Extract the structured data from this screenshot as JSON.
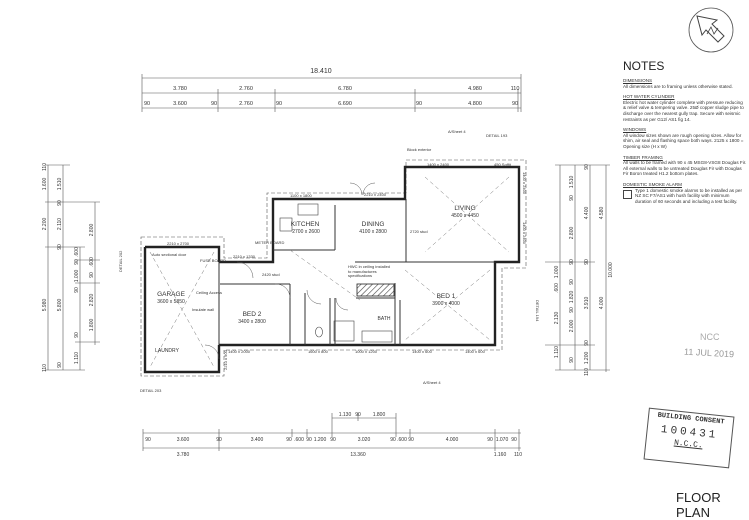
{
  "title": "FLOOR PLAN",
  "notes": {
    "heading": "NOTES",
    "sections": [
      {
        "title": "DIMENSIONS",
        "text": "All dimensions are to framing unless otherwise stated."
      },
      {
        "title": "HOT WATER CYLINDER",
        "text": "Electric hot water cylinder complete with pressure reducing & relief valve & tempering valve. 25Ø copper sludge pipe to discharge over the nearest gully trap. Secure with seismic restraints as per G12/ AS1 fig 14."
      },
      {
        "title": "WINDOWS",
        "text": "All window sizes shown are rough opening sizes. Allow for shim, air seal and flashing space both ways. 2125 x 1800 = Opening size (H x W)"
      },
      {
        "title": "TIMBER FRAMING",
        "text": "All walls to be framed with 90 x 45 MSG8-VSG8 Douglas Fir. All external walls to be untreated Douglas Fir with Douglas Fir Boron treated H1.2 bottom plates."
      },
      {
        "title": "DOMESTIC SMOKE ALARM",
        "text": "Type 1 domestic smoke alarms to be installed as per NZ SC F7/AS1 with hush facility with minimum duration of 60 seconds and including a test facility."
      }
    ]
  },
  "stamps": {
    "ncc": "NCC",
    "date": "11 JUL 2019",
    "consent_title": "BUILDING CONSENT",
    "consent_number": "100431",
    "consent_org": "N.C.C."
  },
  "rooms": [
    {
      "name": "KITCHEN",
      "size": "2700 x 2600"
    },
    {
      "name": "DINING",
      "size": "4100 x 2800"
    },
    {
      "name": "LIVING",
      "size": "4500 x 4450"
    },
    {
      "name": "GARAGE",
      "size": "3600 x 5850"
    },
    {
      "name": "BED 2",
      "size": "3400 x 2800"
    },
    {
      "name": "BED 1",
      "size": "3900 x 4000"
    },
    {
      "name": "BATH",
      "size": ""
    },
    {
      "name": "LAUNDRY",
      "size": ""
    }
  ],
  "annotations": {
    "windows_top": [
      "1100 x 1800",
      "2210 x 2400",
      "1400 x 2400",
      "450 Soffit"
    ],
    "block_exterior": "Block exterior",
    "areasheet_top": "A/Sheet 4",
    "detail_top": "DETAIL 193",
    "garage_door": "2210 x 2700",
    "auto_door": "Auto sectional door",
    "fuse_board": "FUSE BOARD",
    "meter_board": "METER BOARD",
    "hall_window": "2210 x 1330",
    "stud_2420": "2420 stud",
    "stud_2720": "2720 stud",
    "ceiling_access": "Ceiling Access",
    "insulate_wall": "Insulate wall",
    "hwc_note": "HWC in ceiling installed to manufactures specifications",
    "windows_bottom": [
      "1400 x 2000",
      "1600 x 800",
      "1000 x 1200",
      "1400 x 600",
      "1400 x 600"
    ],
    "areasheet_bottom": "A/Sheet 4",
    "detail_bottom": "DETAIL 203",
    "detail_left": "DETAIL 202",
    "detail_right": "DETAIL 194",
    "laundry_window": "2210 x 900",
    "living_windows": [
      "1400 x 2400",
      "1400 x 2400"
    ]
  },
  "dimensions": {
    "top_overall": "18.410",
    "top_row1": [
      "3.780",
      "2.760",
      "6.780",
      "4.980",
      "110"
    ],
    "top_row2": [
      "90",
      "3.600",
      "90",
      "2.760",
      "90",
      "6.690",
      "90",
      "4.800",
      "90"
    ],
    "bottom_upper": [
      "1.130",
      "90",
      "1.800"
    ],
    "bottom_row": [
      "90",
      "3.600",
      "90",
      "3.400",
      "90",
      ".600",
      "90",
      "1.200",
      "90",
      "3.020",
      "90",
      ".600",
      "90",
      "4.000",
      "90",
      "1.070",
      "90"
    ],
    "bottom_overall": [
      "3.780",
      "13.360",
      "1.160",
      "110"
    ],
    "left_outer": [
      "110",
      "1.600",
      "2.200",
      "5.980",
      "110"
    ],
    "left_mid": [
      "1.510",
      "90",
      "2.110",
      "90",
      "5.800",
      "90"
    ],
    "left_inner": [
      "2.800",
      ".600",
      "90",
      "1.000",
      "90",
      "2.820",
      ".600",
      "90",
      "1.800",
      "90",
      "1.110"
    ],
    "right_inner": [
      "1.510",
      "90",
      "2.800",
      "1.000",
      "90",
      ".600",
      "90",
      "1.820",
      "90",
      "2.130",
      "2.000",
      "1.110",
      "90"
    ],
    "right_mid": [
      "90",
      "4.400",
      "90",
      "3.910",
      "90",
      "1.200",
      "110"
    ],
    "right_outer": [
      "4.580",
      "4.000",
      "10.000"
    ]
  }
}
